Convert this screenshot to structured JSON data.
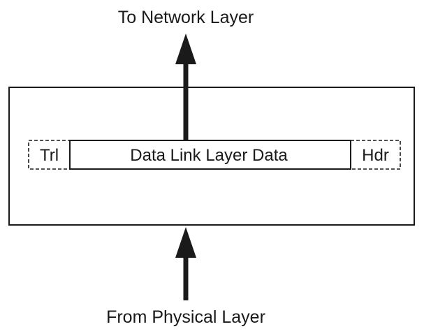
{
  "diagram": {
    "top_label": "To Network Layer",
    "bottom_label": "From Physical Layer",
    "data_label": "Data Link Layer Data",
    "trailer_label": "Trl",
    "header_label": "Hdr"
  },
  "colors": {
    "stroke": "#1a1a1a",
    "background": "#ffffff"
  }
}
